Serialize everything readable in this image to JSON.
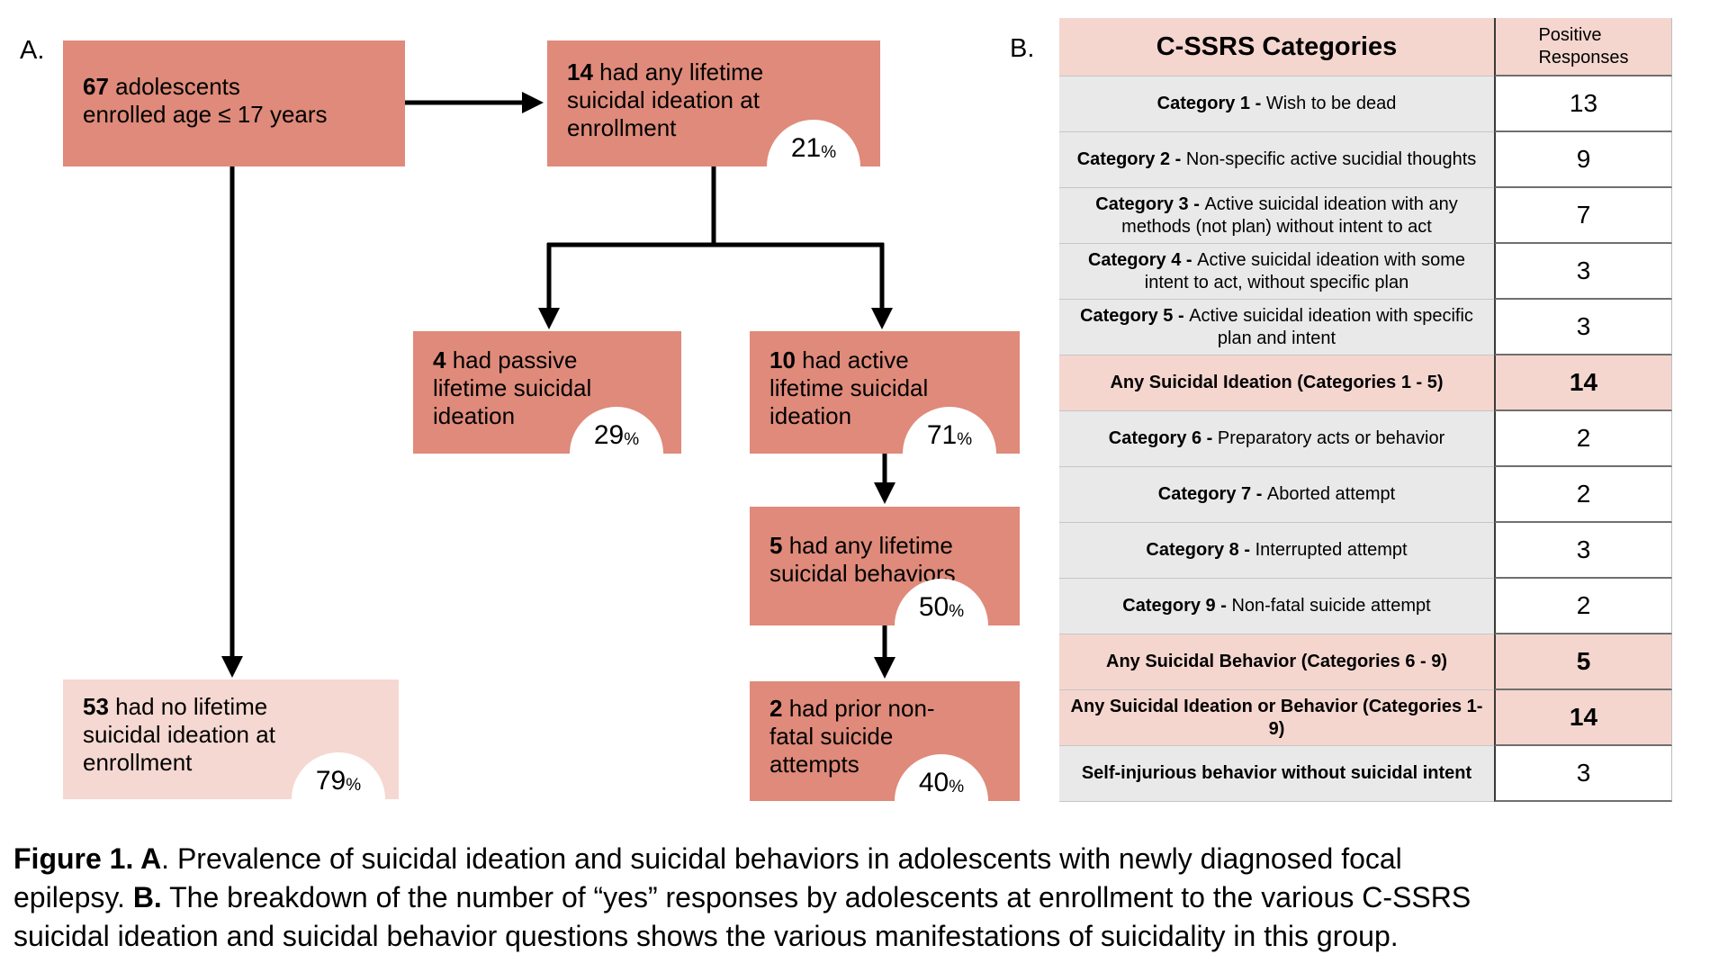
{
  "colors": {
    "salmon": "#DF8A7A",
    "light_pink": "#F5D8D1",
    "table_pink": "#F4D6CF",
    "table_gray": "#E9E9E9"
  },
  "panel_a": {
    "label": "A.",
    "percent_sign": "%",
    "boxes": [
      {
        "id": "box-67",
        "number": "67",
        "lines": [
          " adolescents",
          "enrolled age ≤ 17 years"
        ],
        "percent": null,
        "variant": "salmon"
      },
      {
        "id": "box-14",
        "number": "14",
        "lines": [
          " had any lifetime",
          "suicidal ideation at",
          "enrollment"
        ],
        "percent": "21",
        "variant": "salmon"
      },
      {
        "id": "box-4",
        "number": "4",
        "lines": [
          " had passive",
          "lifetime suicidal",
          "ideation"
        ],
        "percent": "29",
        "variant": "salmon"
      },
      {
        "id": "box-10",
        "number": "10",
        "lines": [
          " had active",
          "lifetime suicidal",
          "ideation"
        ],
        "percent": "71",
        "variant": "salmon"
      },
      {
        "id": "box-5",
        "number": "5",
        "lines": [
          " had any lifetime",
          "suicidal behaviors"
        ],
        "percent": "50",
        "variant": "salmon"
      },
      {
        "id": "box-2",
        "number": "2",
        "lines": [
          " had prior non-",
          "fatal suicide",
          "attempts"
        ],
        "percent": "40",
        "variant": "salmon"
      },
      {
        "id": "box-53",
        "number": "53",
        "lines": [
          " had no lifetime",
          "suicidal ideation at",
          "enrollment"
        ],
        "percent": "79",
        "variant": "light"
      }
    ]
  },
  "panel_b": {
    "label": "B.",
    "header": {
      "categories": "C-SSRS Categories",
      "responses": "Positive\nResponses"
    },
    "rows": [
      {
        "prefix": "Category 1 - ",
        "text": "Wish to be dead",
        "value": "13",
        "highlight": false,
        "bold_value": false,
        "bold_label": false
      },
      {
        "prefix": "Category 2 - ",
        "text": "Non-specific active sucidial thoughts",
        "value": "9",
        "highlight": false,
        "bold_value": false,
        "bold_label": false
      },
      {
        "prefix": "Category 3 - ",
        "text": "Active suicidal ideation with any methods (not plan) without intent to act",
        "value": "7",
        "highlight": false,
        "bold_value": false,
        "bold_label": false
      },
      {
        "prefix": "Category 4 - ",
        "text": "Active suicidal ideation with some intent to act, without specific plan",
        "value": "3",
        "highlight": false,
        "bold_value": false,
        "bold_label": false
      },
      {
        "prefix": "Category 5 - ",
        "text": "Active suicidal ideation with specific plan and intent",
        "value": "3",
        "highlight": false,
        "bold_value": false,
        "bold_label": false
      },
      {
        "prefix": "Any Suicidal Ideation (Categories 1 - 5)",
        "text": "",
        "value": "14",
        "highlight": true,
        "bold_value": true,
        "bold_label": true
      },
      {
        "prefix": "Category 6 - ",
        "text": "Preparatory acts or behavior",
        "value": "2",
        "highlight": false,
        "bold_value": false,
        "bold_label": false
      },
      {
        "prefix": "Category 7 - ",
        "text": "Aborted attempt",
        "value": "2",
        "highlight": false,
        "bold_value": false,
        "bold_label": false
      },
      {
        "prefix": "Category 8 - ",
        "text": "Interrupted attempt",
        "value": "3",
        "highlight": false,
        "bold_value": false,
        "bold_label": false
      },
      {
        "prefix": "Category 9 - ",
        "text": "Non-fatal suicide attempt",
        "value": "2",
        "highlight": false,
        "bold_value": false,
        "bold_label": false
      },
      {
        "prefix": "Any Suicidal Behavior (Categories 6 - 9)",
        "text": "",
        "value": "5",
        "highlight": true,
        "bold_value": true,
        "bold_label": true
      },
      {
        "prefix": "Any Suicidal Ideation or Behavior (Categories 1-9)",
        "text": "",
        "value": "14",
        "highlight": true,
        "bold_value": true,
        "bold_label": true
      },
      {
        "prefix": "Self-injurious behavior without suicidal intent",
        "text": "",
        "value": "3",
        "highlight": false,
        "bold_value": false,
        "bold_label": true
      }
    ]
  },
  "caption": {
    "lines": [
      [
        {
          "text": "Figure 1. A",
          "bold": true
        },
        {
          "text": ". Prevalence of suicidal ideation and suicidal behaviors in adolescents with newly diagnosed focal",
          "bold": false
        }
      ],
      [
        {
          "text": "epilepsy. ",
          "bold": false
        },
        {
          "text": "B.",
          "bold": true
        },
        {
          "text": " The breakdown of the number of “yes” responses by adolescents at enrollment to the various C-SSRS",
          "bold": false
        }
      ],
      [
        {
          "text": "suicidal ideation and suicidal behavior questions shows the various manifestations of suicidality in this group.",
          "bold": false
        }
      ]
    ]
  }
}
